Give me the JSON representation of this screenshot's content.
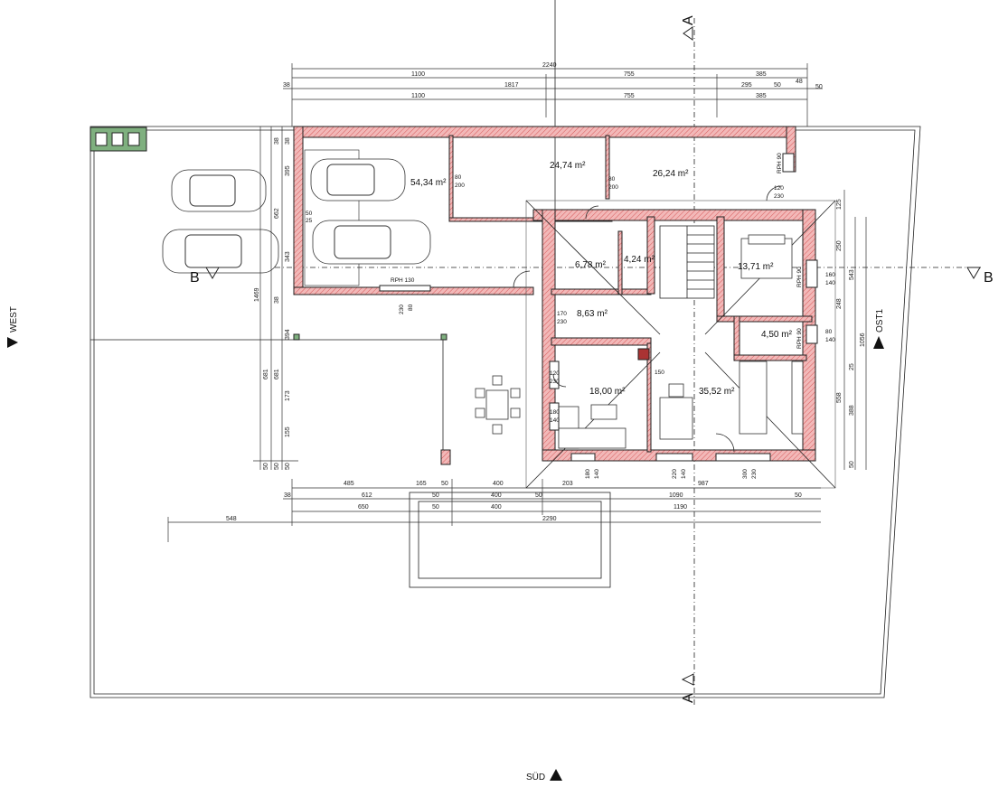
{
  "compass": {
    "west": "WEST",
    "east": "OST1",
    "south": "SÜD"
  },
  "sections": {
    "a_top": "A",
    "a_bottom": "A",
    "b_left": "B",
    "b_right": "B"
  },
  "areas": {
    "garage": "54,34 m²",
    "room_north_1": "24,74 m²",
    "room_north_2": "26,24 m²",
    "room_hall": "6,78 m²",
    "wc": "4,24 m²",
    "bedroom": "13,71 m²",
    "corridor": "8,63 m²",
    "bath": "4,50 m²",
    "living": "18,00 m²",
    "kitchen": "35,52 m²"
  },
  "dimensions_top": {
    "row1": [
      "2240"
    ],
    "row2": [
      "1100",
      "755",
      "385"
    ],
    "row3": [
      "38",
      "1817",
      "295",
      "50",
      "48",
      "50"
    ],
    "row4": [
      "1100",
      "755",
      "385"
    ]
  },
  "dimensions_bottom": {
    "row1": [
      "485",
      "165",
      "50",
      "400",
      "203",
      "987"
    ],
    "row2": [
      "38",
      "612",
      "50",
      "400",
      "50",
      "1090",
      "50"
    ],
    "row3": [
      "650",
      "50",
      "400",
      "1190"
    ],
    "row4": [
      "548",
      "2290"
    ]
  },
  "dimensions_left": [
    "395",
    "662",
    "343",
    "1469",
    "681",
    "681",
    "173",
    "155",
    "50",
    "50",
    "50",
    "38",
    "38",
    "38",
    "394"
  ],
  "dimensions_right": [
    "125",
    "250",
    "543",
    "248",
    "1056",
    "25",
    "388",
    "558",
    "50"
  ],
  "openings": {
    "rph130": "RPH 130",
    "rph90_1": "RPH 90",
    "rph90_2": "RPH 90",
    "rph90_3": "RPH 90",
    "w80_200_a": "80",
    "w80_200_b": "200",
    "w80_200_c": "80",
    "w80_200_d": "200",
    "w120_230_a": "120",
    "w120_230_b": "230",
    "w180_140_a": "180",
    "w180_140_b": "140",
    "w170_230_a": "170",
    "w170_230_b": "230",
    "w160_140_a": "160",
    "w160_140_b": "140",
    "w80_140_a": "80",
    "w80_140_b": "140",
    "w220_140_a": "220",
    "w220_140_b": "140",
    "w300_230_a": "300",
    "w300_230_b": "230",
    "w180_140_c": "180",
    "w180_140_d": "140",
    "w230_80_a": "230",
    "w230_80_b": "80",
    "w50_25_a": "50",
    "w50_25_b": "25",
    "d150": "150"
  },
  "colors": {
    "wall_fill": "#f2b8b8",
    "wall_hatch": "#d85a5a",
    "line": "#222222",
    "window_green": "#7fb07f"
  }
}
